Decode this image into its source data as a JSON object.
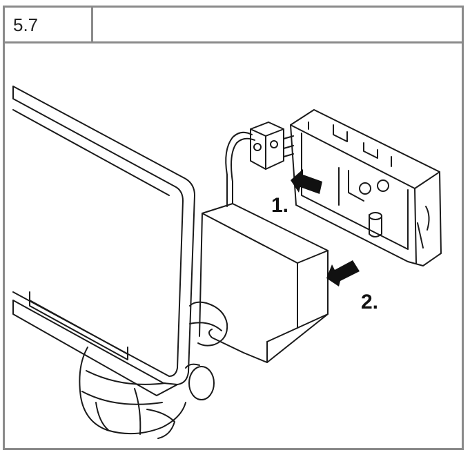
{
  "step": {
    "number": "5.7",
    "title": ""
  },
  "labels": {
    "step_one": "1.",
    "step_two": "2."
  },
  "colors": {
    "frame": "#8a8a8a",
    "line": "#1a1a1a",
    "arrow": "#111111"
  }
}
